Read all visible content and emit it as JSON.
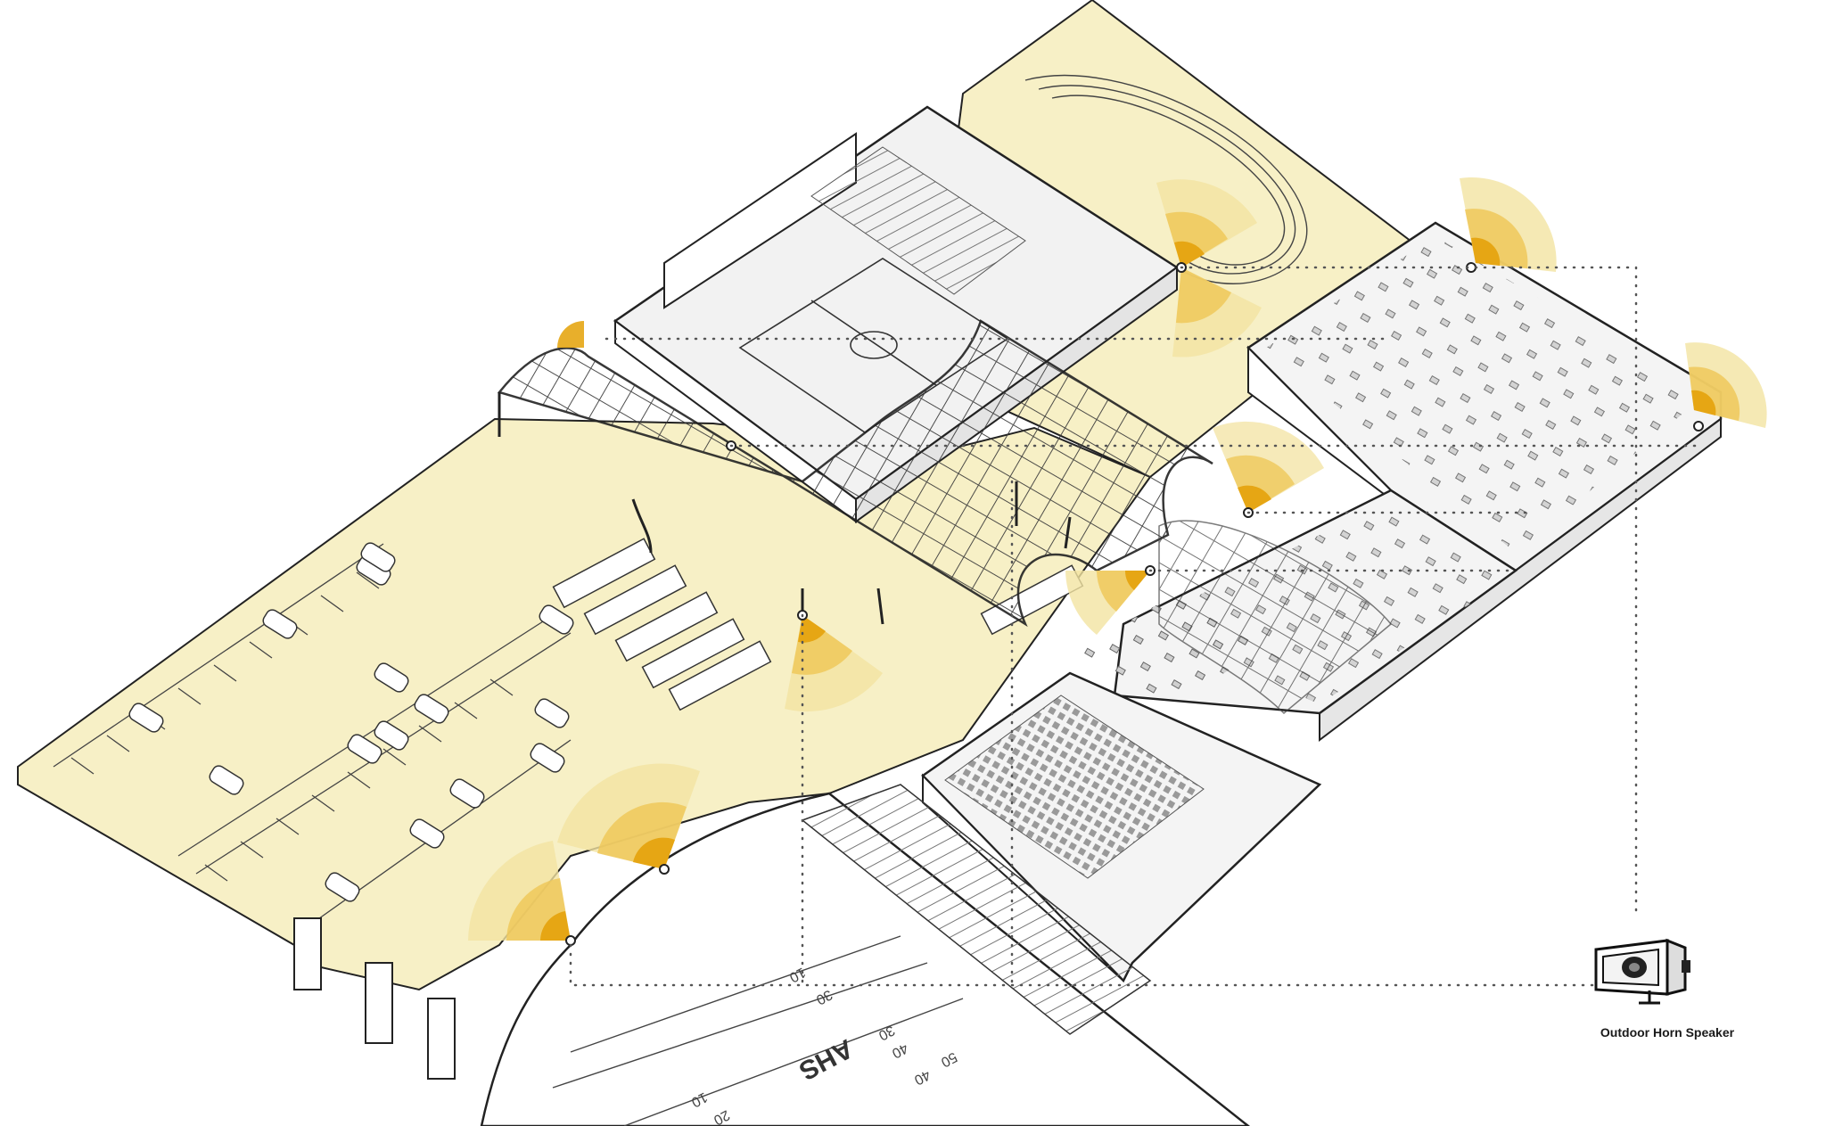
{
  "legend": {
    "speaker_label": "Outdoor Horn Speaker"
  },
  "field_markings": {
    "school_initials": "AHS",
    "yard_numbers": [
      "10",
      "20",
      "30",
      "40",
      "50",
      "40",
      "30",
      "10"
    ]
  },
  "speakers": {
    "count": 9,
    "icon": "outdoor-horn-speaker-icon"
  },
  "colors": {
    "site_fill": "#f7f0c6",
    "coverage_outer": "#f3e3a1",
    "coverage_mid": "#efc85a",
    "coverage_inner": "#e6a614",
    "linework": "#222222",
    "building_fill": "#f2f2f2",
    "wire_dots": "#555555"
  }
}
